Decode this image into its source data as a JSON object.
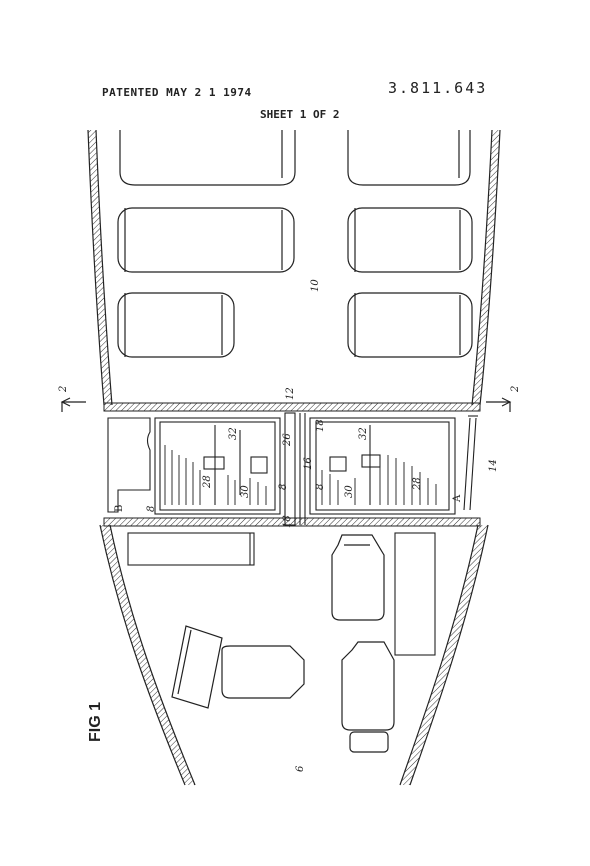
{
  "header": {
    "patented": "PATENTED MAY 2 1 1974",
    "patent_number": "3.811.643",
    "sheet": "SHEET 1 OF 2"
  },
  "figure": {
    "fig_label": "FIG 1",
    "section_left": "2",
    "section_right": "2",
    "refs": {
      "r10": "10",
      "r6": "6",
      "r8": "8",
      "r8b": "8",
      "r8c": "8",
      "r12": "12",
      "r14": "14",
      "r16": "16",
      "r18a": "18",
      "r18b": "18",
      "r26": "26",
      "r28a": "28",
      "r28b": "28",
      "r30a": "30",
      "r30b": "30",
      "r32a": "32",
      "r32b": "32",
      "rA": "A",
      "rB": "B"
    }
  }
}
